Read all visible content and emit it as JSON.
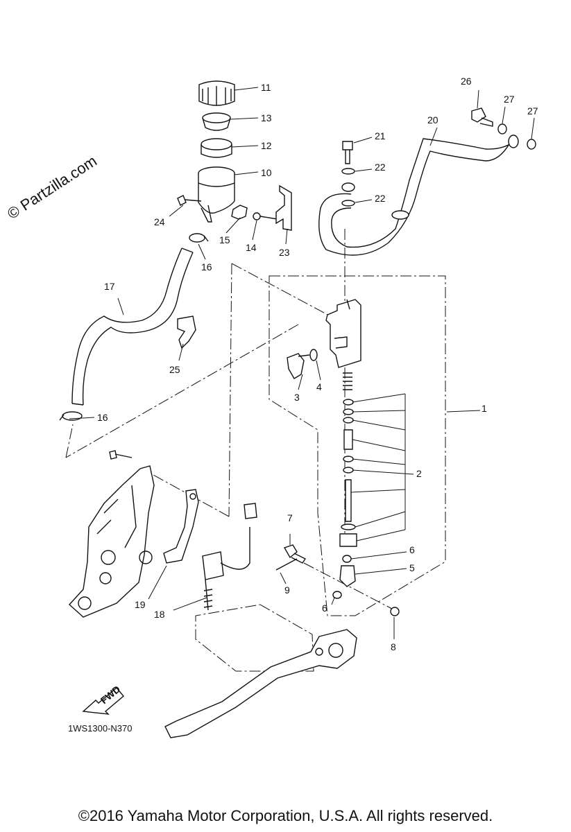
{
  "watermark": "© Partzilla.com",
  "diagram_code": "1WS1300-N370",
  "fwd_label": "FWD",
  "copyright": "©2016 Yamaha Motor Corporation, U.S.A. All rights reserved.",
  "callouts": {
    "c1": "1",
    "c2": "2",
    "c3": "3",
    "c4": "4",
    "c5": "5",
    "c6a": "6",
    "c6b": "6",
    "c7": "7",
    "c8": "8",
    "c9": "9",
    "c10": "10",
    "c11": "11",
    "c12": "12",
    "c13": "13",
    "c14": "14",
    "c15": "15",
    "c16a": "16",
    "c16b": "16",
    "c17": "17",
    "c18": "18",
    "c19": "19",
    "c20": "20",
    "c21": "21",
    "c22a": "22",
    "c22b": "22",
    "c23": "23",
    "c24": "24",
    "c25": "25",
    "c26": "26",
    "c27a": "27",
    "c27b": "27"
  }
}
